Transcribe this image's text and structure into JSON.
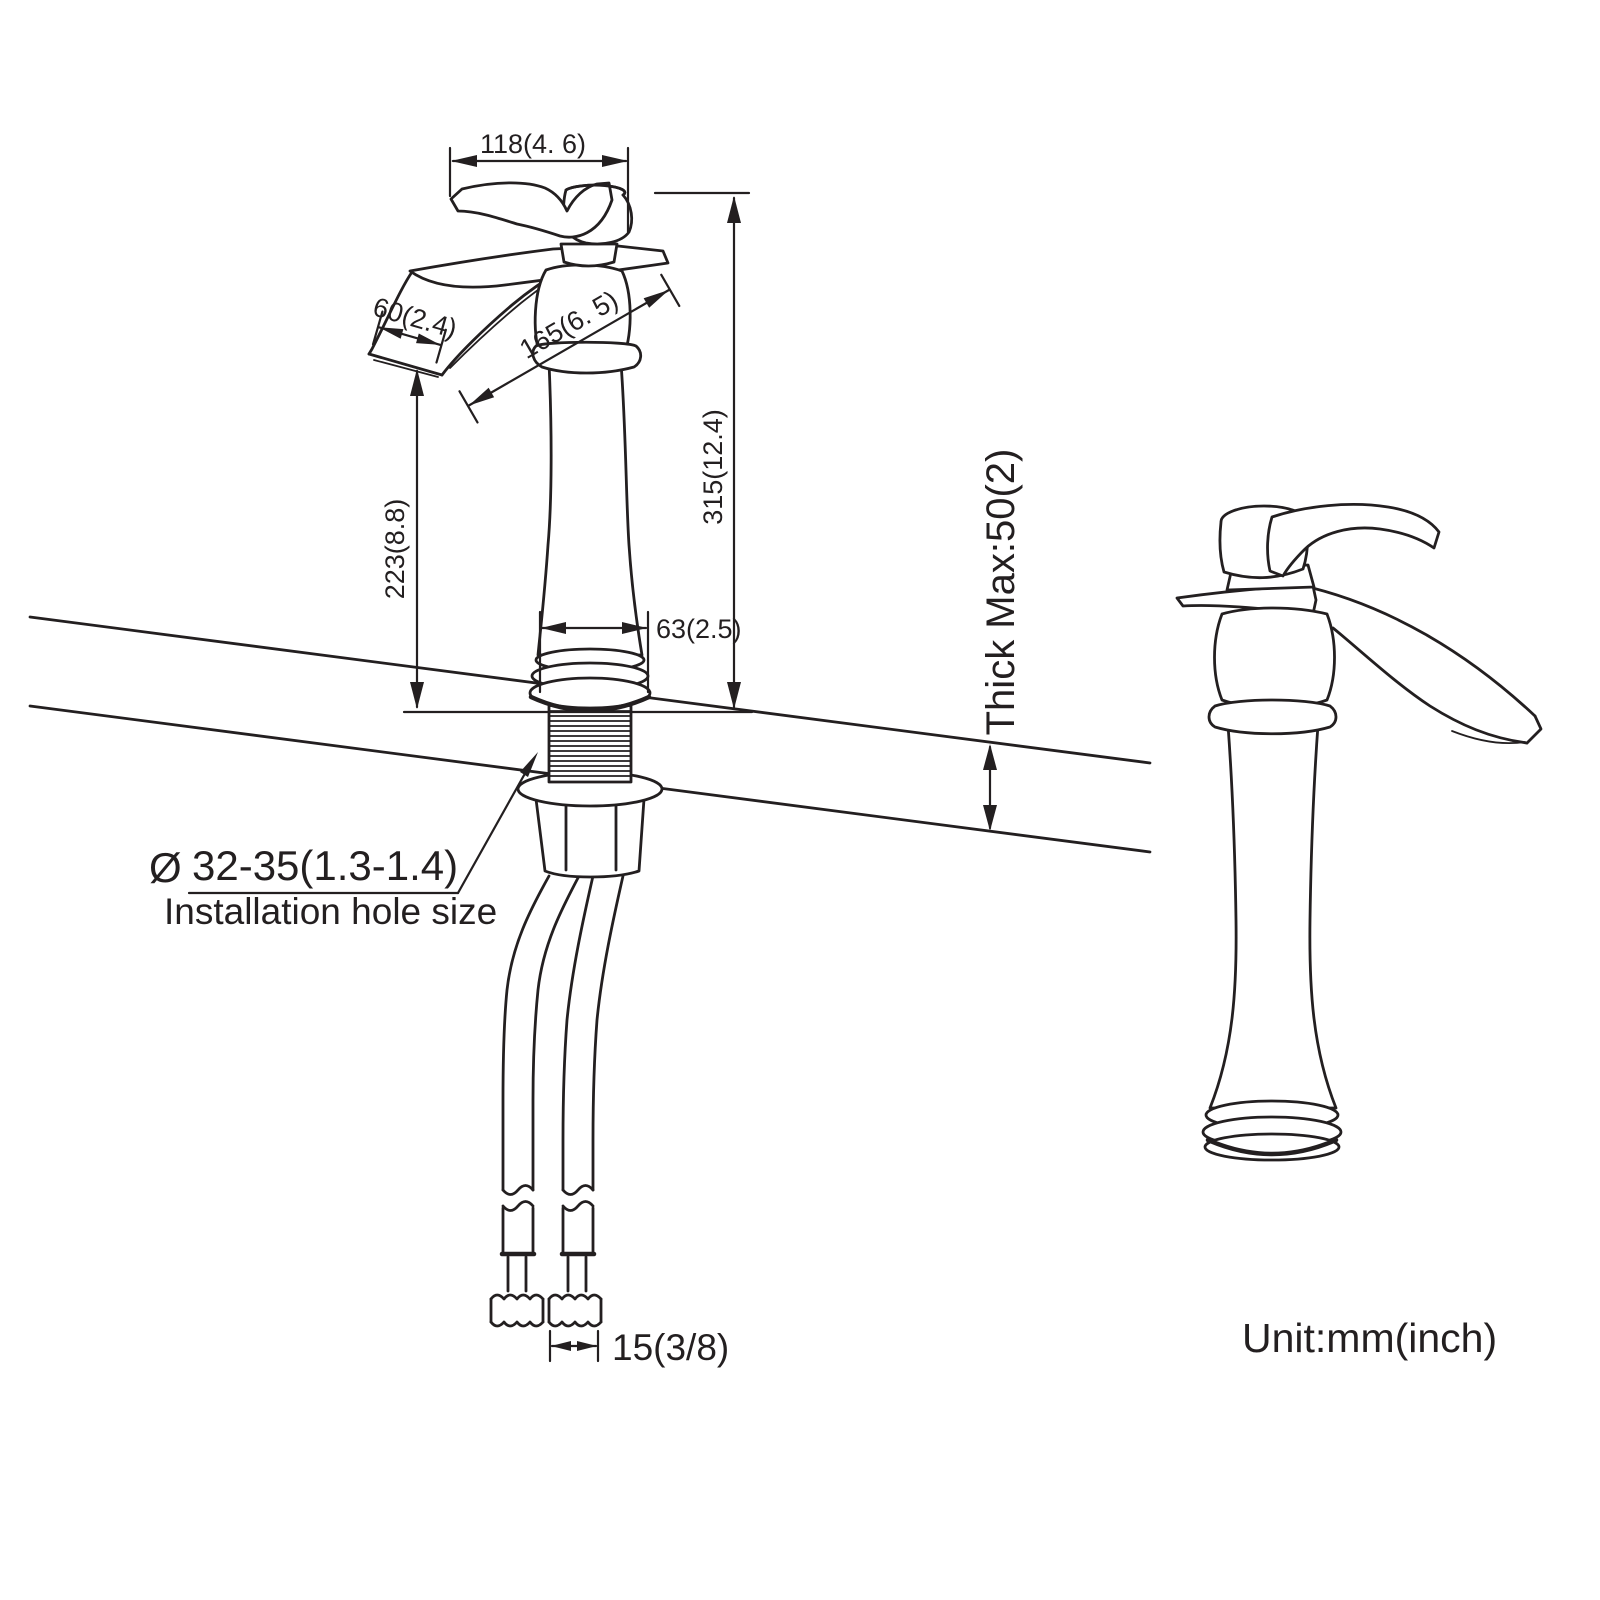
{
  "drawing": {
    "unit_label": "Unit:mm(inch)",
    "background": "#ffffff",
    "line_color": "#231f20",
    "dimensions": {
      "handle_width": "118(4. 6)",
      "spout_face_width": "60(2.4)",
      "spout_length": "165(6. 5)",
      "overall_height": "315(12.4)",
      "spout_height": "223(8.8)",
      "base_diameter": "63(2.5)",
      "deck_thickness": "Thick Max:50(2)",
      "supply_hose_thread": "15(3/8)"
    },
    "installation": {
      "diameter_symbol": "Ø",
      "hole_size": "32-35(1.3-1.4)",
      "label": "Installation hole size"
    }
  }
}
